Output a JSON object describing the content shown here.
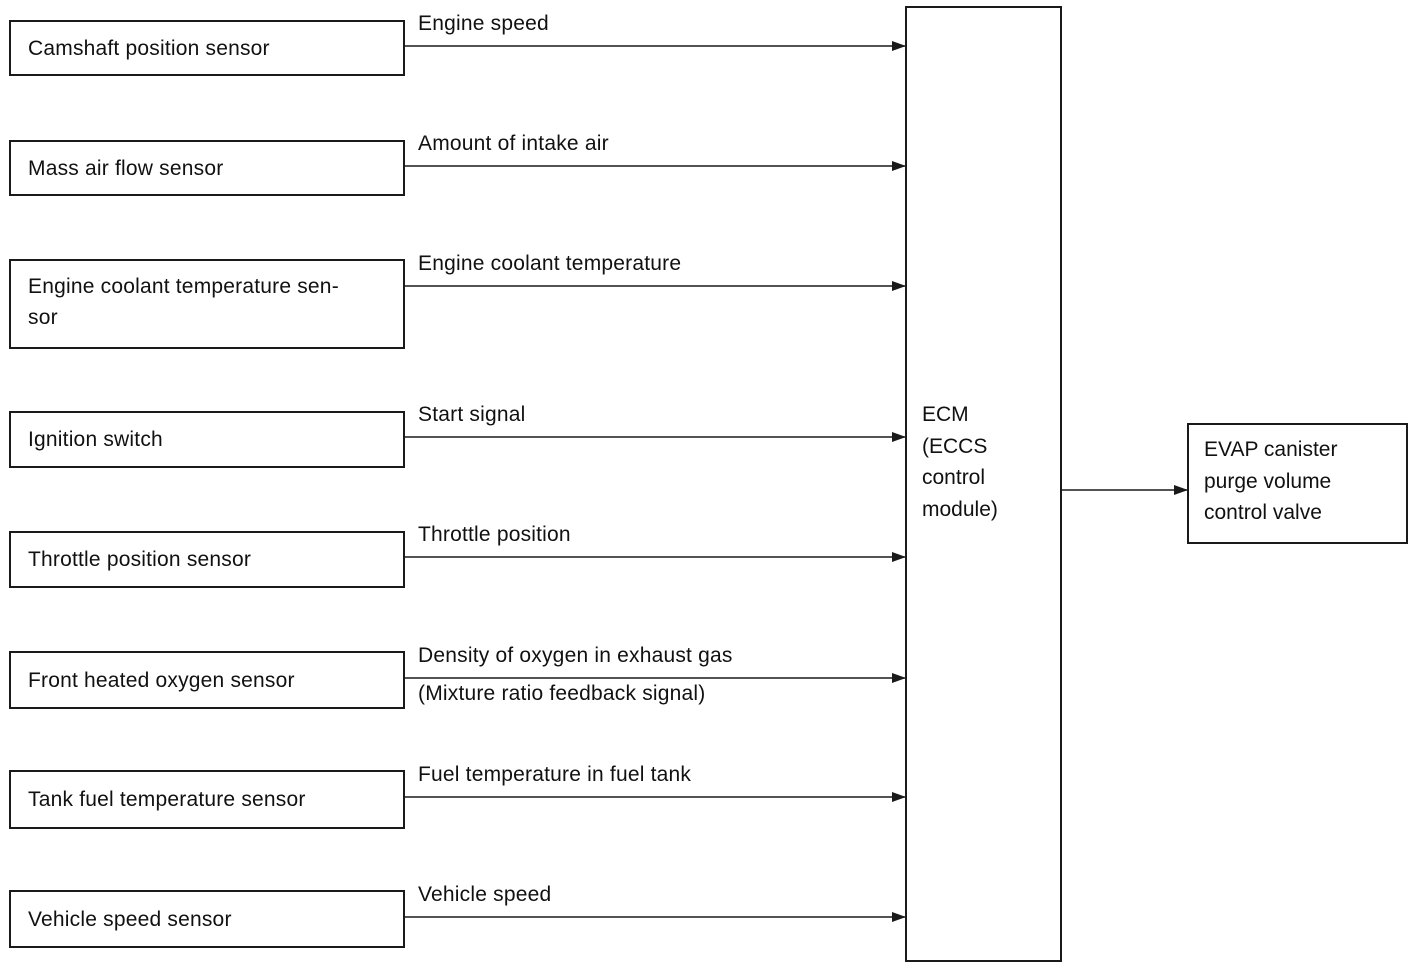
{
  "sensors": [
    {
      "label": "Camshaft position sensor",
      "signal": "Engine speed",
      "signal_sub": ""
    },
    {
      "label": "Mass air flow sensor",
      "signal": "Amount of intake air",
      "signal_sub": ""
    },
    {
      "label": "Engine coolant temperature sen-\nsor",
      "signal": "Engine coolant temperature",
      "signal_sub": ""
    },
    {
      "label": "Ignition switch",
      "signal": "Start signal",
      "signal_sub": ""
    },
    {
      "label": "Throttle position sensor",
      "signal": "Throttle position",
      "signal_sub": ""
    },
    {
      "label": "Front heated oxygen sensor",
      "signal": "Density of oxygen in exhaust gas",
      "signal_sub": "(Mixture ratio feedback signal)"
    },
    {
      "label": "Tank fuel temperature sensor",
      "signal": "Fuel temperature in fuel tank",
      "signal_sub": ""
    },
    {
      "label": "Vehicle speed sensor",
      "signal": "Vehicle speed",
      "signal_sub": ""
    }
  ],
  "ecm": {
    "label": "ECM\n(ECCS\ncontrol\nmodule)"
  },
  "output": {
    "label": "EVAP canister\npurge volume\ncontrol valve"
  },
  "colors": {
    "line": "#1a1a1a",
    "background": "#ffffff",
    "text": "#111111"
  }
}
